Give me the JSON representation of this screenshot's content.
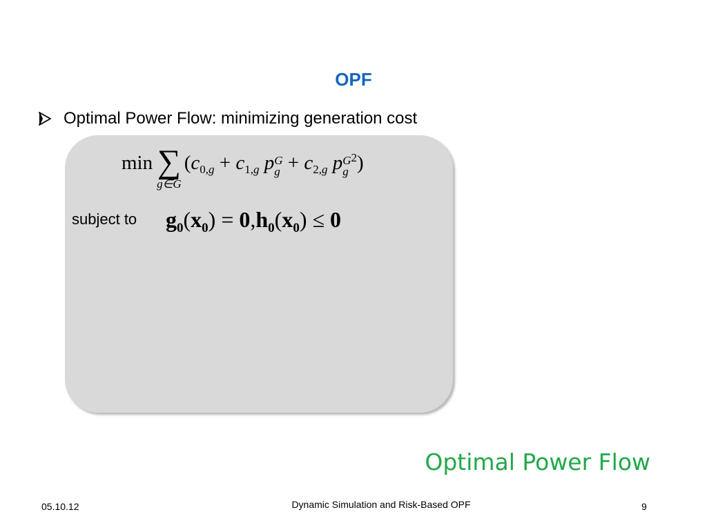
{
  "colors": {
    "title": "#1565c0",
    "bullet": "#000000",
    "box_fill": "#d9d9d9",
    "section_label": "#22a84a"
  },
  "slide": {
    "title": "OPF",
    "bullet": {
      "icon": "arrow-bullet-icon",
      "text": "Optimal Power Flow: minimizing generation cost"
    },
    "box": {
      "objective": {
        "min": "min",
        "sum": "∑",
        "sum_under": "g∈G",
        "open": "(",
        "c0": "c",
        "c0_sub": "0,",
        "c0_sub2": "g",
        "plus1": " + ",
        "c1": "c",
        "c1_sub": "1,",
        "c1_sub2": "g",
        "p1": "p",
        "p1_sup": "G",
        "p1_sub": "g",
        "plus2": " + ",
        "c2": "c",
        "c2_sub": "2,",
        "c2_sub2": "g",
        "p2": "p",
        "p2_sup": "G",
        "p2_exp": "2",
        "p2_sub": "g",
        "close": ")"
      },
      "subject_to": "subject to",
      "constraint": {
        "g": "g",
        "g_sub": "0",
        "open1": "(",
        "x1": "x",
        "x1_sub": "0",
        "close1": ")",
        "eq": " = ",
        "zero1": "0",
        "comma": ",",
        "h": "h",
        "h_sub": "0",
        "open2": "(",
        "x2": "x",
        "x2_sub": "0",
        "close2": ")",
        "le": " ≤ ",
        "zero2": "0"
      }
    },
    "section_label": "Optimal Power Flow"
  },
  "footer": {
    "date": "05.10.12",
    "center": "Dynamic Simulation and Risk-Based OPF",
    "page": "9"
  }
}
